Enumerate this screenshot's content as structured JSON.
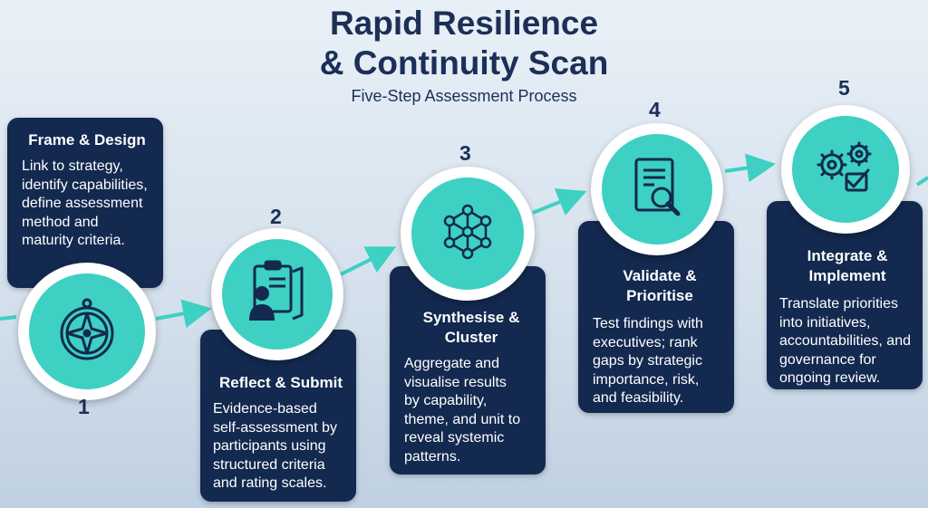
{
  "title": [
    "Rapid Resilience",
    "& Continuity Scan"
  ],
  "subtitle": "Five-Step Assessment Process",
  "steps": [
    {
      "number": "1",
      "icon": "compass-icon",
      "title": [
        "Frame & Design"
      ],
      "body": [
        "Link to strategy,",
        "identify capabilities,",
        "define assessment",
        "method and",
        "maturity criteria."
      ]
    },
    {
      "number": "2",
      "icon": "clipboard-person-icon",
      "title": [
        "Reflect & Submit"
      ],
      "body": [
        "Evidence-based",
        "self-assessment by",
        "participants using",
        "structured criteria",
        "and rating scales."
      ]
    },
    {
      "number": "3",
      "icon": "network-icon",
      "title": [
        "Synthesise &",
        "Cluster"
      ],
      "body": [
        "Aggregate and",
        "visualise results",
        "by capability,",
        "theme, and unit to",
        "reveal systemic",
        "patterns."
      ]
    },
    {
      "number": "4",
      "icon": "document-search-icon",
      "title": [
        "Validate &",
        "Prioritise"
      ],
      "body": [
        "Test findings with",
        "executives; rank",
        "gaps by strategic",
        "importance, risk,",
        "and feasibility."
      ]
    },
    {
      "number": "5",
      "icon": "gears-check-icon",
      "title": [
        "Integrate &",
        "Implement"
      ],
      "body": [
        "Translate priorities",
        "into initiatives,",
        "accountabilities, and",
        "governance for",
        "ongoing review."
      ]
    }
  ],
  "colors": {
    "navy": "#13294f",
    "teal": "#3dd0c3",
    "text_dark": "#1b2f57"
  }
}
